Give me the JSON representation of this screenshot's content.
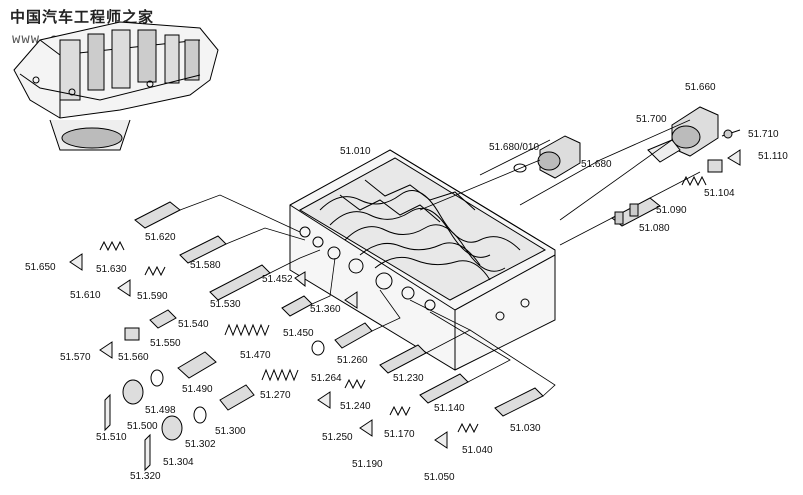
{
  "watermark": {
    "line1": "中国汽车工程师之家",
    "line2": "www.cartech8.com"
  },
  "labels": [
    "51.660",
    "51.700",
    "51.710",
    "51.680/010",
    "51.680",
    "51.110",
    "51.010",
    "51.104",
    "51.090",
    "51.080",
    "51.620",
    "51.650",
    "51.630",
    "51.580",
    "51.610",
    "51.590",
    "51.452",
    "51.530",
    "51.540",
    "51.360",
    "51.570",
    "51.560",
    "51.550",
    "51.450",
    "51.470",
    "51.260",
    "51.264",
    "51.230",
    "51.490",
    "51.498",
    "51.270",
    "51.240",
    "51.140",
    "51.510",
    "51.500",
    "51.300",
    "51.302",
    "51.250",
    "51.170",
    "51.030",
    "51.304",
    "51.320",
    "51.190",
    "51.040",
    "51.050"
  ]
}
